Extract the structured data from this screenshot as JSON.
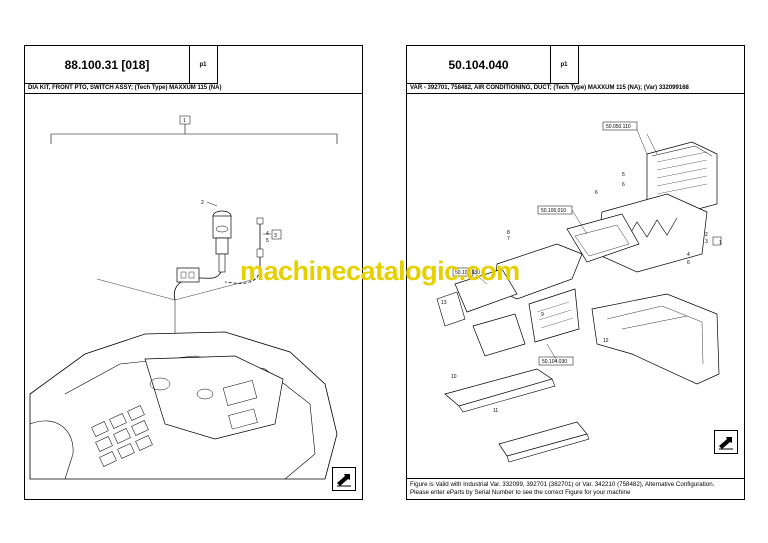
{
  "left": {
    "code": "88.100.31 [018]",
    "page_label": "p1",
    "description": "DIA KIT, FRONT PTO, SWITCH ASSY; (Tech Type) MAXXUM 115 (NA)",
    "callouts": [
      "1",
      "2",
      "3",
      "4",
      "5"
    ]
  },
  "right": {
    "code": "50.104.040",
    "page_label": "p1",
    "description": "VAR - 392701, 758482, AIR CONDITIONING, DUCT; (Tech Type) MAXXUM 115 (NA); (Var) 332099168",
    "refs": [
      "50.050.110",
      "50.100.010",
      "50.104.030",
      "50.104.030"
    ],
    "callouts": [
      "1",
      "2",
      "3",
      "4",
      "5",
      "6",
      "6",
      "6",
      "7",
      "8",
      "9",
      "10",
      "11",
      "12",
      "13"
    ],
    "footer_line1": "Figure is Valid with Industrial Var. 332099, 392701 (382701) or Var. 342210 (758482), Alternative Configuration.",
    "footer_line2": "Please enter eParts by Serial Number to see the correct Figure for your machine"
  },
  "watermark": "machinecatalogic.com",
  "icons": [
    "next-page-arrow-icon",
    "next-page-arrow-icon"
  ]
}
